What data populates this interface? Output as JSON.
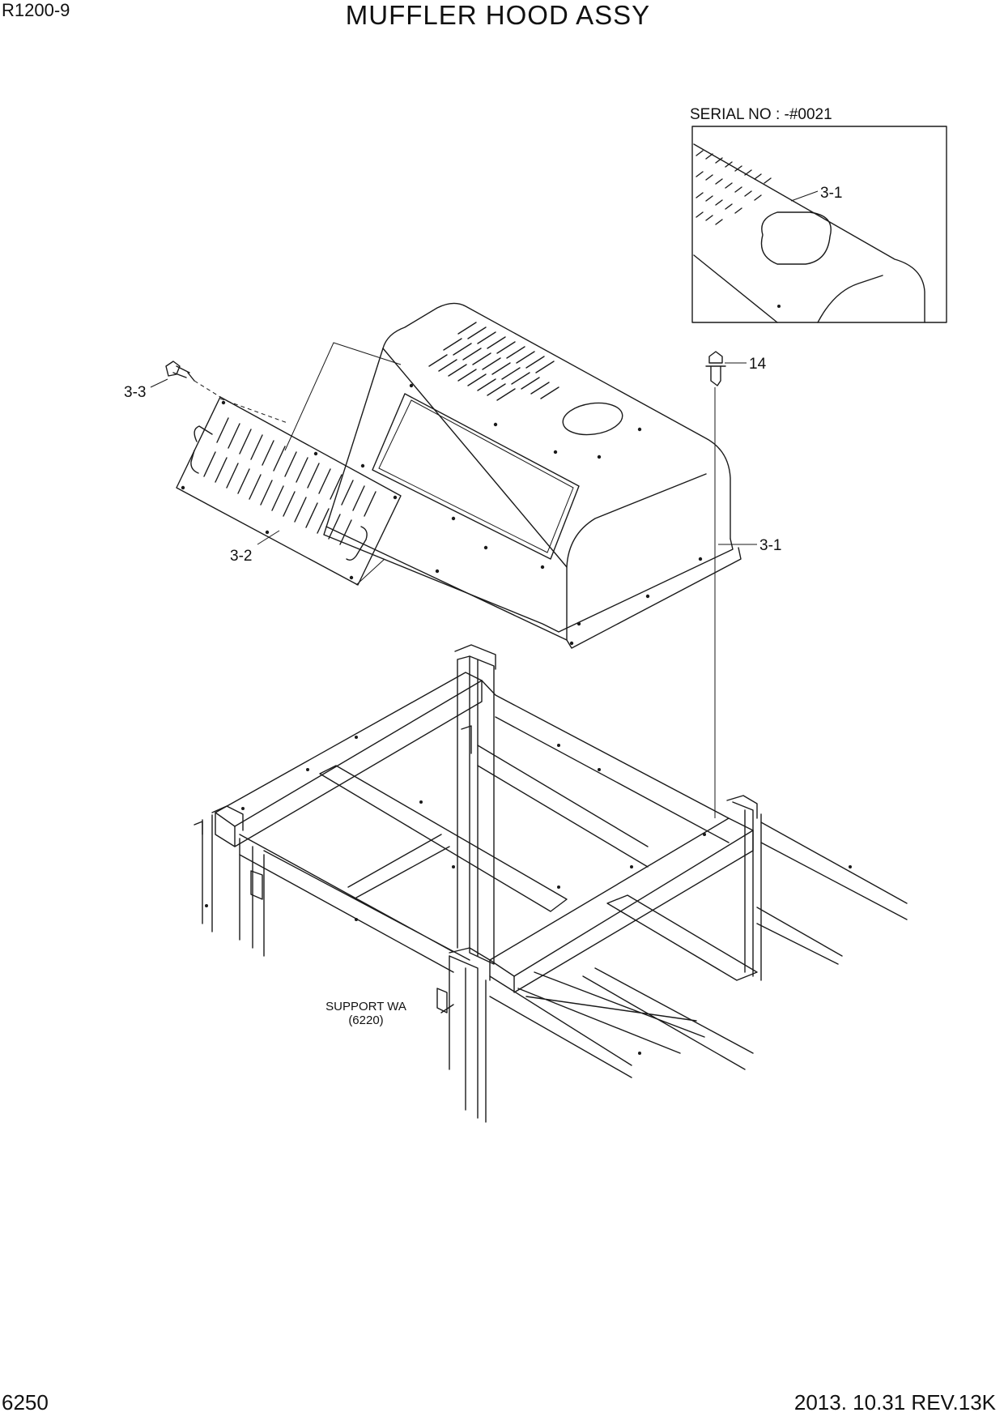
{
  "header": {
    "model": "R1200-9",
    "title": "MUFFLER HOOD ASSY"
  },
  "footer": {
    "page_number": "6250",
    "revision": "2013. 10.31  REV.13K"
  },
  "inset": {
    "caption": "SERIAL NO : -#0021"
  },
  "callouts": {
    "hood_inset": "3-1",
    "hood": "3-1",
    "cover_plate": "3-2",
    "bolt_cover": "3-3",
    "bolt_hood": "14"
  },
  "reference": {
    "name": "SUPPORT WA",
    "page": "(6220)"
  }
}
